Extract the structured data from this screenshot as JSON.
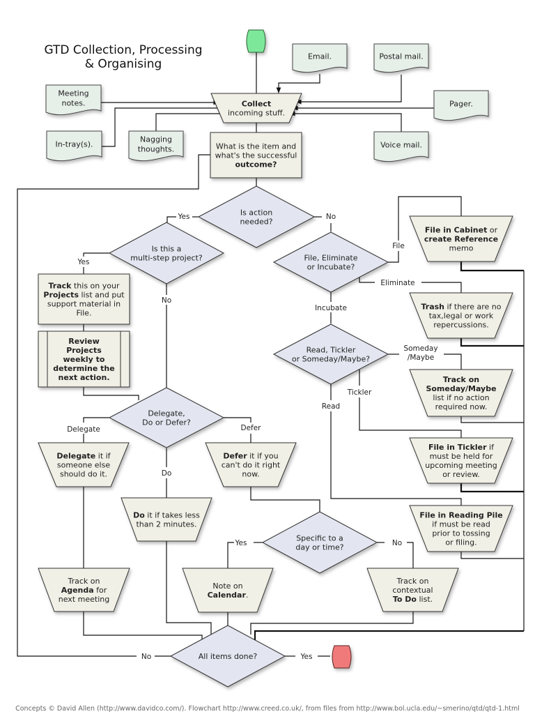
{
  "title": [
    "GTD Collection, Processing",
    "& Organising"
  ],
  "colors": {
    "start": "#7ee89a",
    "end": "#f07a7a",
    "document_fill": "#e7efe9",
    "process_fill": "#f1f0e6",
    "decision_fill": "#e3e6f0"
  },
  "terminals": {
    "start": {
      "name": "start-terminal",
      "shape": "rounded-green"
    },
    "end": {
      "name": "end-terminal",
      "shape": "rounded-red"
    }
  },
  "sources": [
    {
      "id": "meeting",
      "lines": [
        "Meeting",
        "notes."
      ]
    },
    {
      "id": "intray",
      "lines": [
        "In-tray(s)."
      ]
    },
    {
      "id": "nagging",
      "lines": [
        "Nagging",
        "thoughts."
      ]
    },
    {
      "id": "email",
      "lines": [
        "Email."
      ]
    },
    {
      "id": "postal",
      "lines": [
        "Postal mail."
      ]
    },
    {
      "id": "pager",
      "lines": [
        "Pager."
      ]
    },
    {
      "id": "voice",
      "lines": [
        "Voice mail."
      ]
    }
  ],
  "nodes": {
    "collect": [
      [
        {
          "t": "Collect",
          "b": true
        }
      ],
      [
        {
          "t": "incoming stuff."
        }
      ]
    ],
    "what": [
      [
        {
          "t": "What is the item and"
        }
      ],
      [
        {
          "t": "what's the successful"
        }
      ],
      [
        {
          "t": "outcome?",
          "b": true
        }
      ]
    ],
    "action_needed": [
      [
        {
          "t": "Is action"
        }
      ],
      [
        {
          "t": "needed?"
        }
      ]
    ],
    "multistep": [
      [
        {
          "t": "Is this a"
        }
      ],
      [
        {
          "t": "multi-step project?"
        }
      ]
    ],
    "track_projects": [
      [
        {
          "t": "Track",
          "b": true
        },
        {
          "t": " this on your"
        }
      ],
      [
        {
          "t": "Projects",
          "b": true
        },
        {
          "t": " list and put"
        }
      ],
      [
        {
          "t": "support material in"
        }
      ],
      [
        {
          "t": "File."
        }
      ]
    ],
    "review_projects": [
      [
        {
          "t": "Review",
          "b": true
        }
      ],
      [
        {
          "t": "Projects",
          "b": true
        }
      ],
      [
        {
          "t": "weekly to",
          "b": true
        }
      ],
      [
        {
          "t": "determine the",
          "b": true
        }
      ],
      [
        {
          "t": "next action.",
          "b": true
        }
      ]
    ],
    "file_elim_inc": [
      [
        {
          "t": "File, Eliminate"
        }
      ],
      [
        {
          "t": "or Incubate?"
        }
      ]
    ],
    "file_cabinet": [
      [
        {
          "t": "File in Cabinet",
          "b": true
        },
        {
          "t": " or"
        }
      ],
      [
        {
          "t": "create Reference",
          "b": true
        }
      ],
      [
        {
          "t": "memo"
        }
      ]
    ],
    "trash": [
      [
        {
          "t": "Trash",
          "b": true
        },
        {
          "t": " if there are no"
        }
      ],
      [
        {
          "t": "tax,legal or work"
        }
      ],
      [
        {
          "t": "repercussions."
        }
      ]
    ],
    "read_tickler": [
      [
        {
          "t": "Read, Tickler"
        }
      ],
      [
        {
          "t": "or Someday/Maybe?"
        }
      ]
    ],
    "someday": [
      [
        {
          "t": "Track on",
          "b": true
        }
      ],
      [
        {
          "t": "Someday/Maybe",
          "b": true
        }
      ],
      [
        {
          "t": "list if no action"
        }
      ],
      [
        {
          "t": "required now."
        }
      ]
    ],
    "tickler": [
      [
        {
          "t": "File in Tickler",
          "b": true
        },
        {
          "t": " if"
        }
      ],
      [
        {
          "t": "must be held for"
        }
      ],
      [
        {
          "t": "upcoming meeting"
        }
      ],
      [
        {
          "t": "or review."
        }
      ]
    ],
    "reading_pile": [
      [
        {
          "t": "File in Reading Pile",
          "b": true
        }
      ],
      [
        {
          "t": "if must be read"
        }
      ],
      [
        {
          "t": "prior to tossing"
        }
      ],
      [
        {
          "t": "or filing."
        }
      ]
    ],
    "ddd": [
      [
        {
          "t": "Delegate,"
        }
      ],
      [
        {
          "t": "Do or Defer?"
        }
      ]
    ],
    "delegate": [
      [
        {
          "t": "Delegate",
          "b": true
        },
        {
          "t": " it if"
        }
      ],
      [
        {
          "t": "someone else"
        }
      ],
      [
        {
          "t": "should do it."
        }
      ]
    ],
    "defer": [
      [
        {
          "t": "Defer",
          "b": true
        },
        {
          "t": " it if you"
        }
      ],
      [
        {
          "t": "can't do it right"
        }
      ],
      [
        {
          "t": "now."
        }
      ]
    ],
    "do": [
      [
        {
          "t": "Do",
          "b": true
        },
        {
          "t": " it if takes less"
        }
      ],
      [
        {
          "t": "than 2 minutes."
        }
      ]
    ],
    "specific": [
      [
        {
          "t": "Specific to a"
        }
      ],
      [
        {
          "t": "day or time?"
        }
      ]
    ],
    "agenda": [
      [
        {
          "t": "Track on"
        }
      ],
      [
        {
          "t": "Agenda",
          "b": true
        },
        {
          "t": " for"
        }
      ],
      [
        {
          "t": "next meeting"
        }
      ]
    ],
    "calendar": [
      [
        {
          "t": "Note on"
        }
      ],
      [
        {
          "t": "Calendar",
          "b": true
        },
        {
          "t": "."
        }
      ]
    ],
    "todo": [
      [
        {
          "t": "Track on"
        }
      ],
      [
        {
          "t": "contextual"
        }
      ],
      [
        {
          "t": "To Do",
          "b": true
        },
        {
          "t": " list."
        }
      ]
    ],
    "all_done": [
      [
        {
          "t": "All items done?"
        }
      ]
    ]
  },
  "edge_labels": {
    "action_yes": "Yes",
    "action_no": "No",
    "multi_yes": "Yes",
    "multi_no": "No",
    "file": "File",
    "eliminate": "Eliminate",
    "incubate": "Incubate",
    "someday": "Someday",
    "someday2": "/Maybe",
    "tickler": "Tickler",
    "read": "Read",
    "delegate": "Delegate",
    "defer": "Defer",
    "do": "Do",
    "spec_yes": "Yes",
    "spec_no": "No",
    "done_no": "No",
    "done_yes": "Yes"
  },
  "footer": "Concepts © David Allen (http://www.davidco.com/). Flowchart http://www.creed.co.uk/, from files from http://www.bol.ucla.edu/~smerino/qtd/qtd-1.html"
}
